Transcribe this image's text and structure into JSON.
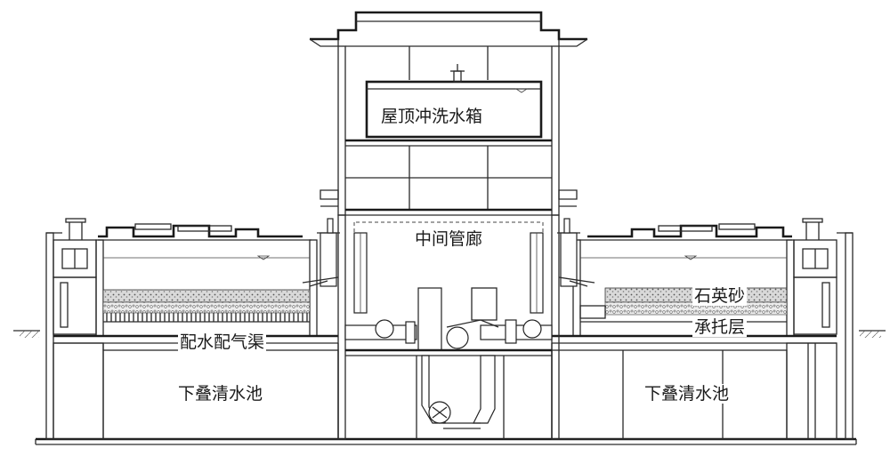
{
  "labels": {
    "roof_tank": "屋顶冲洗水箱",
    "gallery": "中间管廊",
    "quartz_sand": "石英砂",
    "support_layer": "承托层",
    "distribution_channel": "配水配气渠",
    "clearwell_left": "下叠清水池",
    "clearwell_right": "下叠清水池"
  }
}
